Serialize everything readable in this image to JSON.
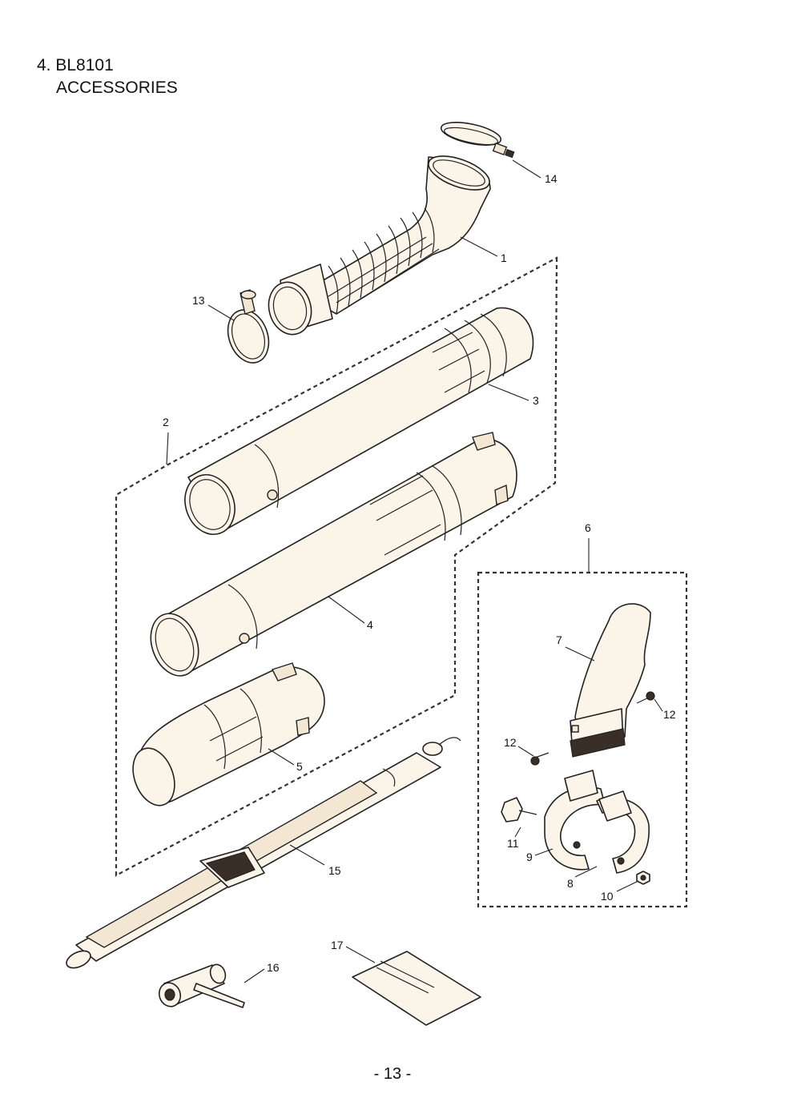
{
  "header": {
    "title_line1": "4. BL8101",
    "title_line2": "ACCESSORIES"
  },
  "callouts": {
    "c1": "1",
    "c2": "2",
    "c3": "3",
    "c4": "4",
    "c5": "5",
    "c6": "6",
    "c7": "7",
    "c8": "8",
    "c9": "9",
    "c10": "10",
    "c11": "11",
    "c12a": "12",
    "c12b": "12",
    "c13": "13",
    "c14": "14",
    "c15": "15",
    "c16": "16",
    "c17": "17"
  },
  "footer": {
    "page": "- 13 -"
  }
}
